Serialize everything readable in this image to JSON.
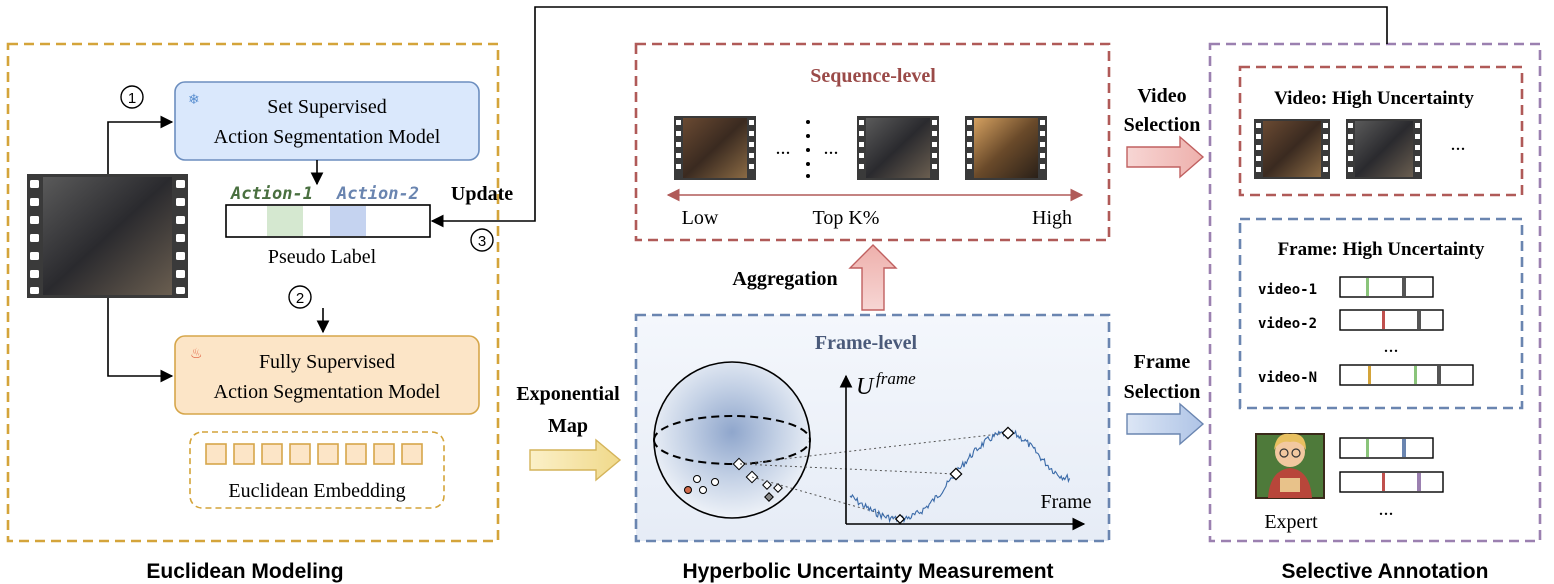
{
  "sections": {
    "euclidean": {
      "title": "Euclidean Modeling",
      "set_model": [
        "Set Supervised",
        "Action Segmentation Model"
      ],
      "full_model": [
        "Fully Supervised",
        "Action Segmentation Model"
      ],
      "action1": "Action-1",
      "action2": "Action-2",
      "pseudo_label": "Pseudo Label",
      "update": "Update",
      "embedding": "Euclidean Embedding",
      "steps": [
        "1",
        "2",
        "3"
      ]
    },
    "hyperbolic": {
      "title": "Hyperbolic Uncertainty Measurement",
      "sequence_level": "Sequence-level",
      "frame_level": "Frame-level",
      "low": "Low",
      "topk": "Top K%",
      "high": "High",
      "ellipsis": "...",
      "aggregation": "Aggregation",
      "exp_map": [
        "Exponential",
        "Map"
      ],
      "u_frame": "U",
      "u_frame_sup": "frame",
      "frame_axis": "Frame"
    },
    "selective": {
      "title": "Selective Annotation",
      "video_selection": [
        "Video",
        "Selection"
      ],
      "frame_selection": [
        "Frame",
        "Selection"
      ],
      "video_high": "Video: High Uncertainty",
      "frame_high": "Frame: High Uncertainty",
      "video_rows": [
        "video-1",
        "video-2",
        "video-N"
      ],
      "ellipsis": "...",
      "expert": "Expert"
    }
  },
  "colors": {
    "euclid_border": "#D4A43A",
    "seq_border": "#B05A58",
    "frame_border": "#6A85B0",
    "sel_border": "#9B80B0",
    "set_model_fill": "#DAE8FC",
    "set_model_stroke": "#6C8EBF",
    "full_model_fill": "#FCE5C7",
    "full_model_stroke": "#D6A64A",
    "action1_text": "#4A7040",
    "action2_text": "#6A85B0",
    "seq_title": "#9A4A48",
    "frame_title": "#4A5A7A"
  }
}
